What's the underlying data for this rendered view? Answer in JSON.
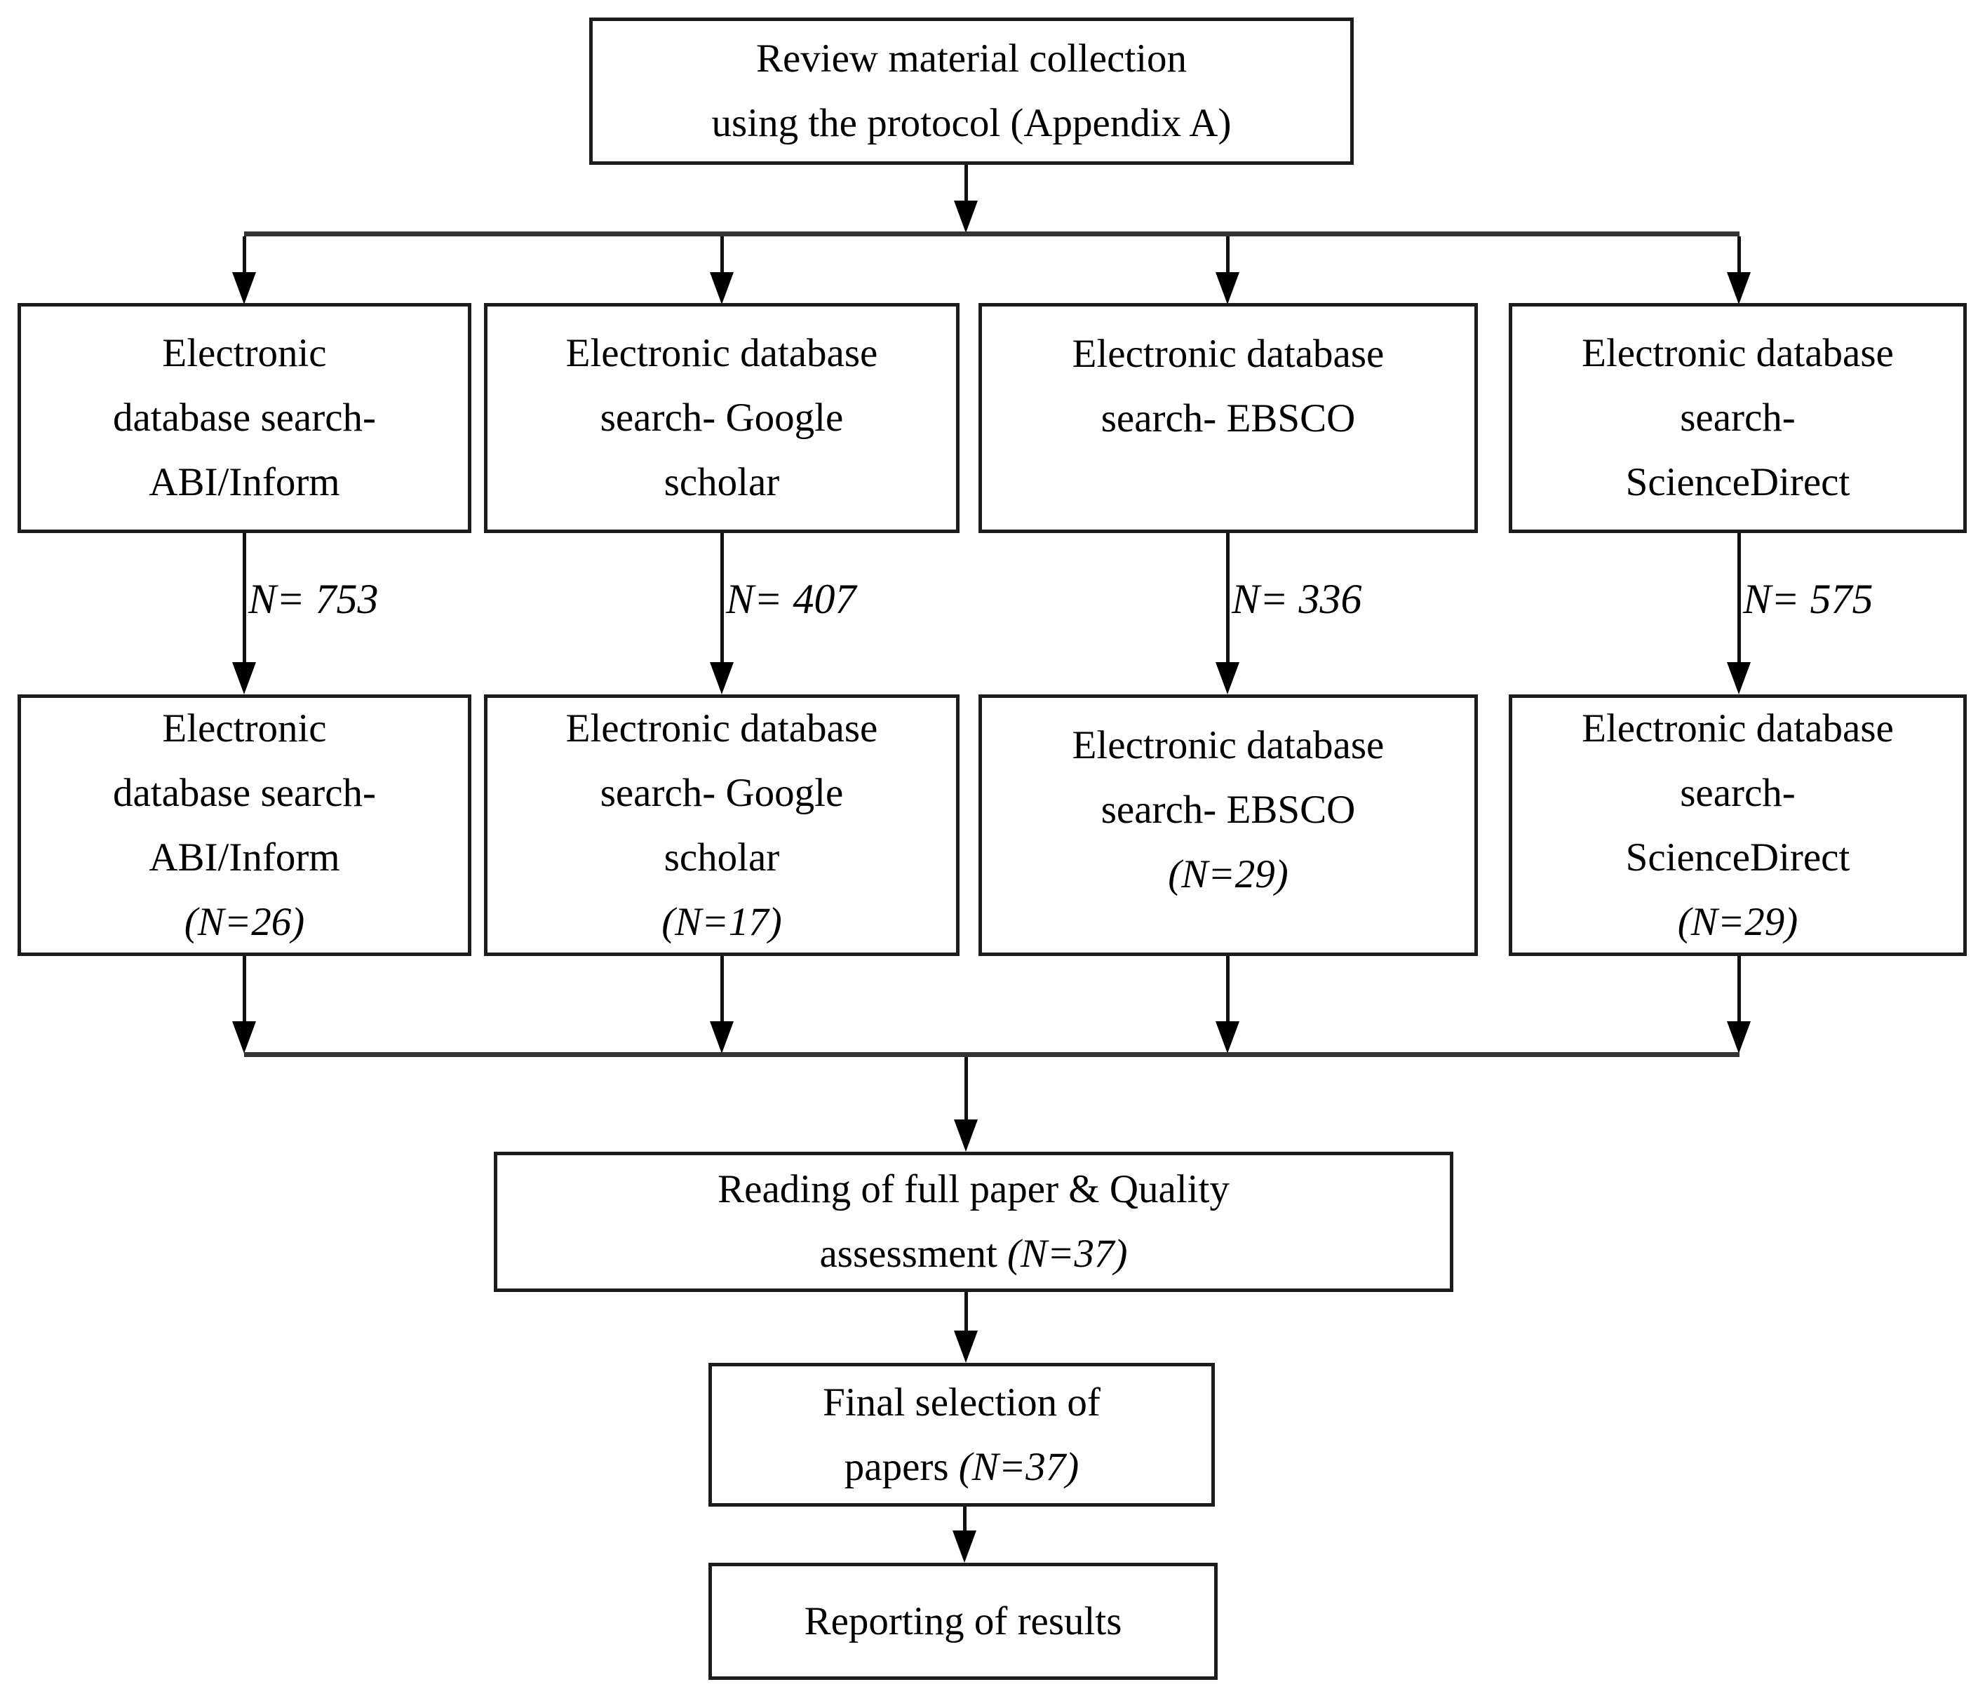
{
  "colors": {
    "background": "#ffffff",
    "border": "#1c1c1c",
    "line": "#111111",
    "text": "#000000"
  },
  "top_box": {
    "lines": [
      "Review material collection",
      "using the protocol (Appendix A)"
    ]
  },
  "row1": [
    {
      "lines": [
        "Electronic",
        "database search-",
        "ABI/Inform"
      ],
      "n_label": "N= 753"
    },
    {
      "lines": [
        "Electronic database",
        "search- Google",
        "scholar"
      ],
      "n_label": "N= 407"
    },
    {
      "lines": [
        "Electronic database",
        "search- EBSCO"
      ],
      "n_label": "N= 336"
    },
    {
      "lines": [
        "Electronic database",
        "search-",
        "ScienceDirect"
      ],
      "n_label": "N= 575"
    }
  ],
  "row2": [
    {
      "lines": [
        "Electronic",
        "database search-",
        "ABI/Inform"
      ],
      "n_line": "(N=26)"
    },
    {
      "lines": [
        "Electronic database",
        "search- Google",
        "scholar"
      ],
      "n_line": "(N=17)"
    },
    {
      "lines": [
        "Electronic database",
        "search- EBSCO"
      ],
      "n_line": "(N=29)"
    },
    {
      "lines": [
        "Electronic database",
        "search-",
        "ScienceDirect"
      ],
      "n_line": "(N=29)"
    }
  ],
  "reading_box": {
    "line1": "Reading of full paper & Quality",
    "line2_prefix": "assessment ",
    "line2_n": "(N=37)"
  },
  "final_box": {
    "line1": "Final selection of",
    "line2_prefix": "papers ",
    "line2_n": "(N=37)"
  },
  "reporting_box": {
    "label": "Reporting of results"
  }
}
